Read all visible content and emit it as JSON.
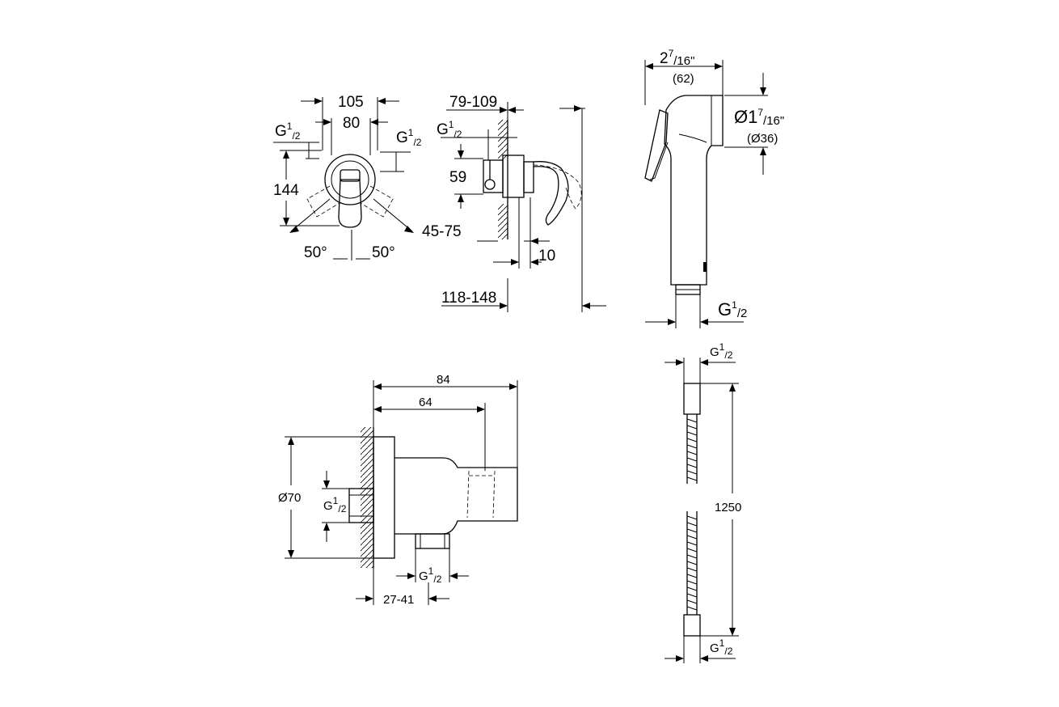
{
  "mixer_front": {
    "dim_105": "105",
    "dim_80": "80",
    "dim_144": "144",
    "thread_left": {
      "main": "G",
      "sup": "1",
      "sub": "/2"
    },
    "thread_right": {
      "main": "G",
      "sup": "1",
      "sub": "/2"
    },
    "angle_left": "50°",
    "angle_right": "50°"
  },
  "mixer_side": {
    "dim_79_109": "79-109",
    "dim_59": "59",
    "dim_45_75": "45-75",
    "dim_10": "10",
    "dim_118_148": "118-148",
    "thread": {
      "main": "G",
      "sup": "1",
      "sub": "/2"
    }
  },
  "handshower": {
    "width_in": {
      "main": "2",
      "sup": "7",
      "sub": "/16\""
    },
    "width_mm": "(62)",
    "dia_in": {
      "main": "Ø1",
      "sup": "7",
      "sub": "/16\""
    },
    "dia_mm": "(Ø36)",
    "thread": {
      "main": "G",
      "sup": "1",
      "sub": "/2"
    }
  },
  "wall_outlet": {
    "dim_84": "84",
    "dim_64": "64",
    "dim_dia70": "Ø70",
    "thread_side": {
      "main": "G",
      "sup": "1",
      "sub": "/2"
    },
    "thread_bottom": {
      "main": "G",
      "sup": "1",
      "sub": "/2"
    },
    "dim_27_41": "27-41"
  },
  "hose": {
    "thread_top": {
      "main": "G",
      "sup": "1",
      "sub": "/2"
    },
    "length": "1250",
    "thread_bottom": {
      "main": "G",
      "sup": "1",
      "sub": "/2"
    }
  }
}
